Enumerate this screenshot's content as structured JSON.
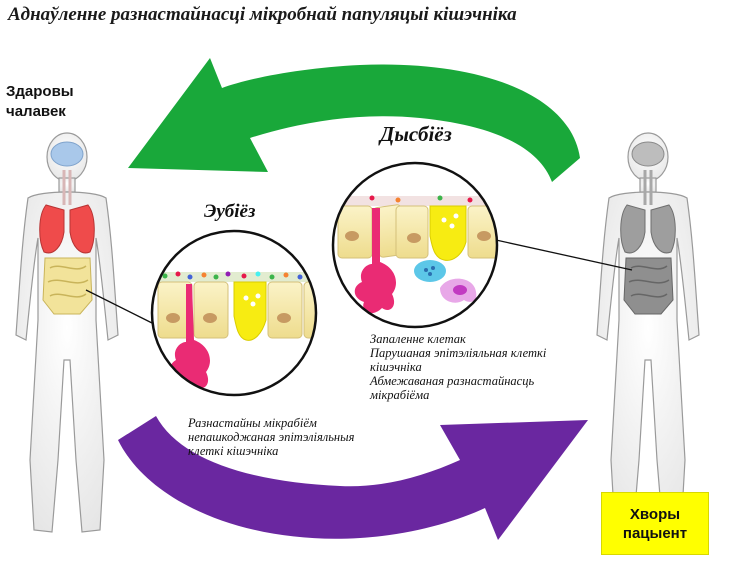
{
  "title": "Аднаўленне разнастайнасці мікробнай папуляцыі кішэчніка",
  "healthy_person": {
    "label_line1": "Здаровы",
    "label_line2": "чалавек"
  },
  "sick_patient": {
    "label_line1": "Хворы",
    "label_line2": "пацыент",
    "box_color": "#ffff00"
  },
  "dysbiosis": {
    "heading": "Дысбіёз",
    "captions": [
      "Запаленне клетак",
      "Парушаная эпітэліяльная клеткі",
      "кішэчніка",
      "Абмежаваная разнастайнасць",
      "мікрабіёма"
    ]
  },
  "eubiosis": {
    "heading": "Эубіёз",
    "captions": [
      "Разнастайны мікрабіём",
      "непашкоджаная эпітэліяльныя",
      "клеткі кішэчніка"
    ]
  },
  "colors": {
    "arrow_top": "#19a83a",
    "arrow_bottom": "#6a27a0",
    "lungs": "#ef4b4b",
    "intestine_healthy": "#f2e39a",
    "intestine_patient": "#8f8f8f",
    "brain_healthy": "#a9c8ea",
    "epithelial_cell": "#f4e7a9",
    "goblet_cell": "#f7ec12",
    "dendritic_cell": "#ea2b74",
    "nucleus": "#c79a62"
  }
}
